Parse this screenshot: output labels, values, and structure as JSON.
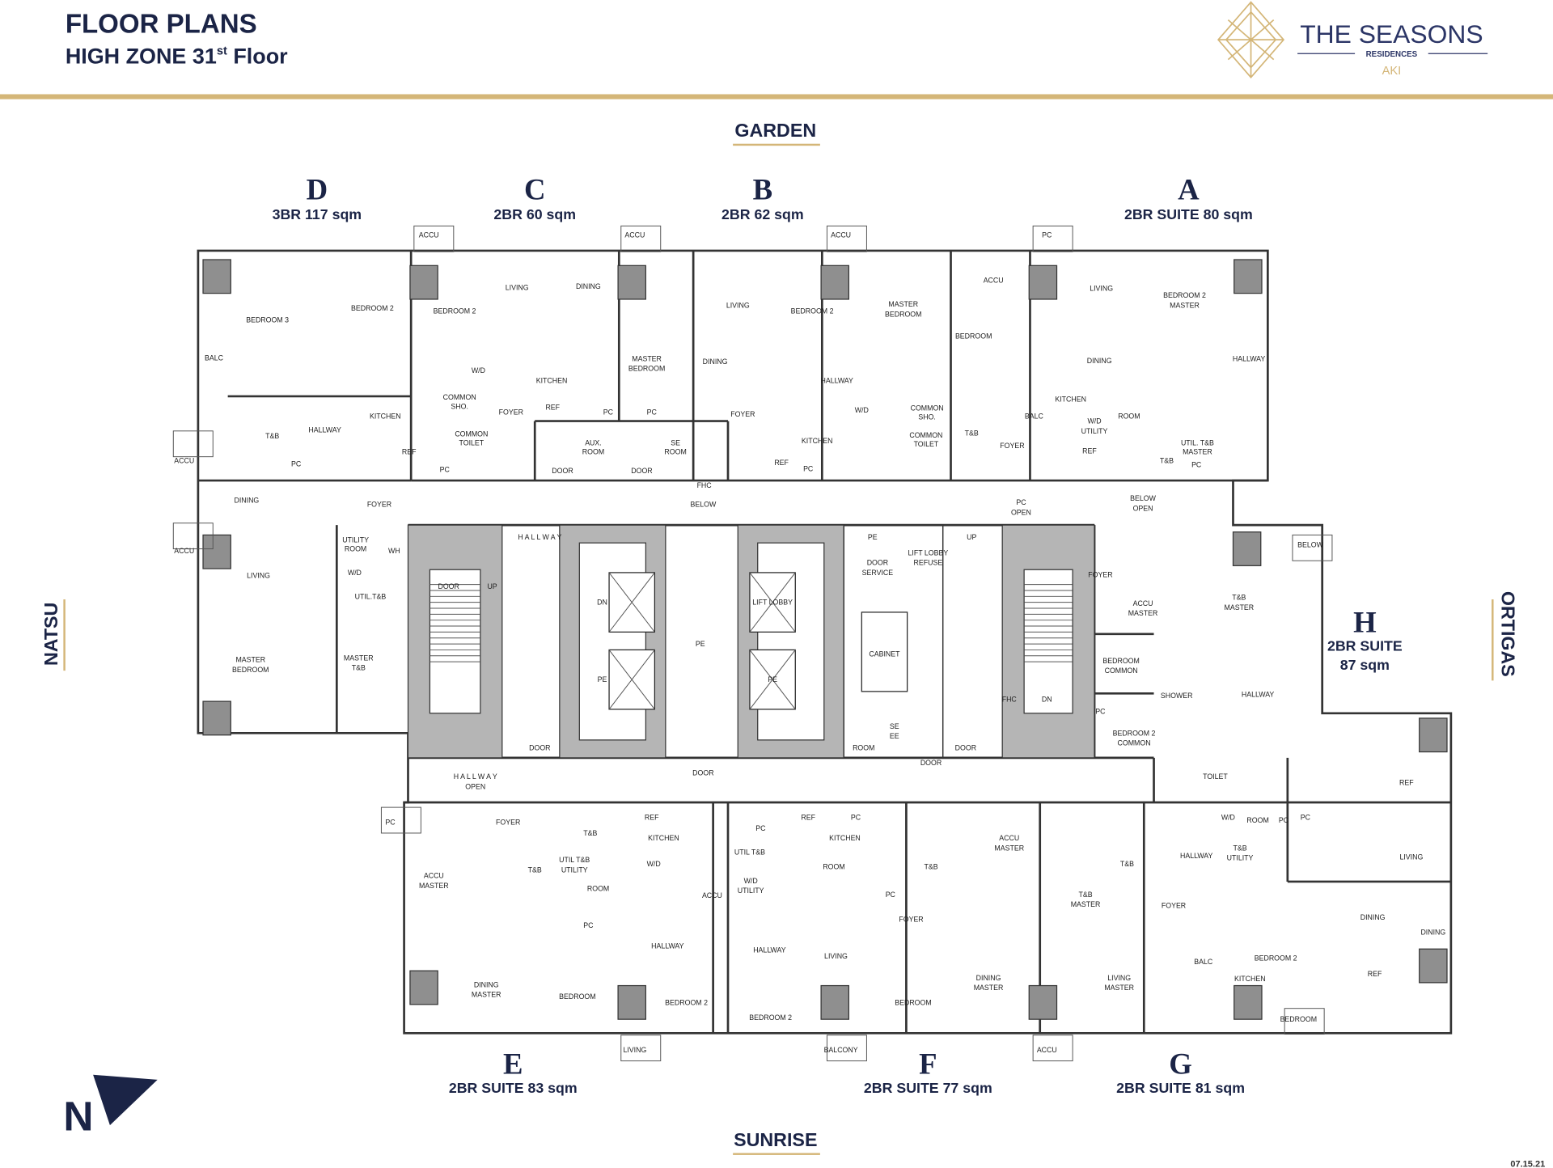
{
  "header": {
    "title": "FLOOR PLANS",
    "subtitle_main": "HIGH ZONE 31",
    "subtitle_sup": "st",
    "subtitle_tail": " Floor"
  },
  "logo": {
    "name": "THE SEASONS",
    "line2": "RESIDENCES",
    "line3": "AKI"
  },
  "colors": {
    "navy": "#1b2446",
    "gold": "#d4b678"
  },
  "directions": {
    "top": "GARDEN",
    "bottom": "SUNRISE",
    "left": "NATSU",
    "right": "ORTIGAS"
  },
  "units": [
    {
      "letter": "D",
      "desc": "3BR 117 sqm"
    },
    {
      "letter": "C",
      "desc": "2BR 60 sqm"
    },
    {
      "letter": "B",
      "desc": "2BR 62 sqm"
    },
    {
      "letter": "A",
      "desc": "2BR SUITE 80 sqm"
    },
    {
      "letter": "H",
      "desc": "2BR SUITE",
      "desc2": "87 sqm"
    },
    {
      "letter": "E",
      "desc": "2BR SUITE 83 sqm"
    },
    {
      "letter": "F",
      "desc": "2BR SUITE 77 sqm"
    },
    {
      "letter": "G",
      "desc": "2BR SUITE 81 sqm"
    }
  ],
  "room_labels": [
    "BEDROOM 3",
    "BEDROOM 2",
    "BALC",
    "T&B",
    "HALLWAY",
    "ACCU",
    "DINING",
    "FOYER",
    "ACCU",
    "UTILITY",
    "ROOM",
    "W/D",
    "WH",
    "LIVING",
    "UTIL.T&B",
    "MASTER",
    "BEDROOM",
    "MASTER",
    "T&B",
    "KITCHEN",
    "REF",
    "PC",
    "ACCU",
    "BEDROOM 2",
    "LIVING",
    "DINING",
    "W/D",
    "COMMON",
    "SHO.",
    "COMMON",
    "TOILET",
    "PC",
    "KITCHEN",
    "MASTER",
    "BEDROOM",
    "FOYER",
    "REF",
    "PC",
    "PC",
    "AUX.",
    "ROOM",
    "SE",
    "ROOM",
    "DOOR",
    "DOOR",
    "FHC",
    "ACCU",
    "ACCU",
    "LIVING",
    "BEDROOM 2",
    "MASTER",
    "BEDROOM",
    "DINING",
    "HALLWAY",
    "FOYER",
    "W/D",
    "COMMON",
    "SHO.",
    "KITCHEN",
    "COMMON",
    "TOILET",
    "REF",
    "PC",
    "PC",
    "ACCU",
    "LIVING",
    "BEDROOM 2",
    "MASTER",
    "BEDROOM",
    "DINING",
    "HALLWAY",
    "BALC",
    "KITCHEN",
    "W/D",
    "UTILITY",
    "ROOM",
    "T&B",
    "FOYER",
    "REF",
    "UTIL. T&B",
    "MASTER",
    "T&B",
    "PC",
    "PC",
    "OPEN",
    "BELOW",
    "OPEN",
    "BELOW",
    "H A L L W A Y",
    "DOOR",
    "UP",
    "DN",
    "PE",
    "PE",
    "LIFT LOBBY",
    "PE",
    "PE",
    "DOOR",
    "SERVICE",
    "LIFT LOBBY",
    "REFUSE",
    "CABINET",
    "SE",
    "EE",
    "ROOM",
    "DOOR",
    "DOOR",
    "DOOR",
    "FHC",
    "DN",
    "UP",
    "DOOR",
    "H A L L W A Y",
    "OPEN",
    "BELOW",
    "ACCU",
    "MASTER",
    "T&B",
    "MASTER",
    "BEDROOM",
    "COMMON",
    "SHOWER",
    "HALLWAY",
    "BEDROOM 2",
    "COMMON",
    "TOILET",
    "FOYER",
    "PC",
    "PC",
    "ACCU",
    "MASTER",
    "T&B",
    "T&B",
    "UTIL T&B",
    "UTILITY",
    "ROOM",
    "W/D",
    "KITCHEN",
    "REF",
    "PC",
    "HALLWAY",
    "DINING",
    "MASTER",
    "BEDROOM",
    "BEDROOM 2",
    "LIVING",
    "ACCU",
    "FOYER",
    "PC",
    "UTIL T&B",
    "W/D",
    "UTILITY",
    "ROOM",
    "KITCHEN",
    "REF",
    "PC",
    "PC",
    "FOYER",
    "HALLWAY",
    "LIVING",
    "DINING",
    "MASTER",
    "BEDROOM",
    "BEDROOM 2",
    "BALCONY",
    "ACCU",
    "MASTER",
    "T&B",
    "T&B",
    "MASTER",
    "T&B",
    "FOYER",
    "HALLWAY",
    "T&B",
    "UTILITY",
    "ROOM",
    "W/D",
    "PC",
    "PC",
    "REF",
    "LIVING",
    "DINING",
    "DINING",
    "BALC",
    "BEDROOM 2",
    "KITCHEN",
    "REF",
    "LIVING",
    "MASTER",
    "BEDROOM",
    "ACCU",
    "ACCU"
  ],
  "north": "N",
  "date": "07.15.21"
}
